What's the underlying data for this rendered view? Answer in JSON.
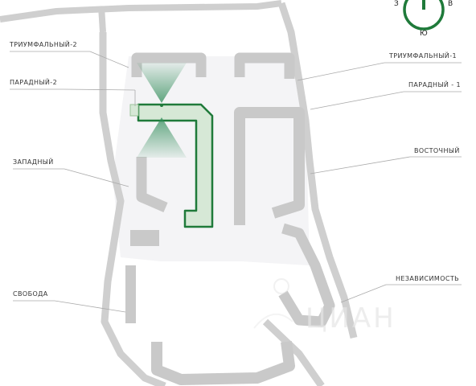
{
  "colors": {
    "road": "#cfcfcf",
    "building": "#c9c9c9",
    "highlight_fill": "#d6e8d6",
    "highlight_stroke": "#1f7a3a",
    "view_cone": "#2e8b57",
    "leader": "#aaaaaa",
    "compass": "#1f7a3a",
    "text": "#333333"
  },
  "compass": {
    "west": "З",
    "east": "В",
    "south": "Ю"
  },
  "labels": {
    "triumfalny_2": "ТРИУМФАЛЬНЫЙ-2",
    "paradny_2": "ПАРАДНЫЙ-2",
    "zapadny": "ЗАПАДНЫЙ",
    "svoboda": "СВОБОДА",
    "triumfalny_1": "ТРИУМФАЛЬНЫЙ-1",
    "paradny_1": "ПАРАДНЫЙ - 1",
    "vostochny": "ВОСТОЧНЫЙ",
    "nezavisimost": "НЕЗАВИСИМОСТЬ"
  },
  "watermark": "ЦИАН",
  "icons": {
    "compass": "compass-icon",
    "view": "view-cone-icon"
  }
}
